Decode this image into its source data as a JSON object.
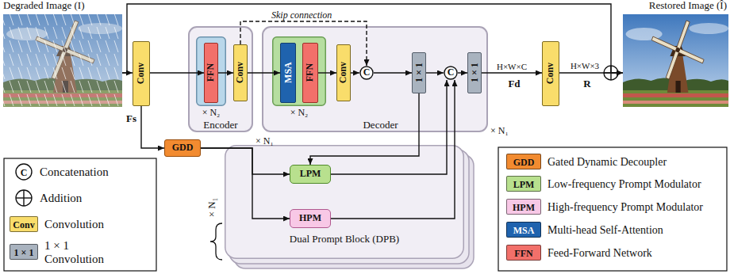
{
  "diagram": {
    "nodes": [
      {
        "text": [
          "Degraded Image (I)"
        ]
      },
      {
        "text": [
          "Conv"
        ]
      },
      {
        "text": [
          "Encoder"
        ]
      },
      {
        "text": [
          "× N₂"
        ],
        "in": 2
      },
      {
        "text": [
          "FFN"
        ],
        "in": 3
      },
      {
        "text": [
          "Conv"
        ],
        "in": 2
      },
      {
        "text": [
          "Decoder"
        ]
      },
      {
        "text": [
          "× N₂"
        ],
        "in": 6
      },
      {
        "text": [
          "MSA"
        ],
        "in": 7
      },
      {
        "text": [
          "FFN"
        ],
        "in": 7
      },
      {
        "text": [
          "Conv"
        ],
        "in": 6
      },
      {
        "text": [
          "C"
        ],
        "in": 6
      },
      {
        "text": [
          "1 × 1"
        ],
        "in": 6
      },
      {
        "text": [
          "C"
        ],
        "in": 6
      },
      {
        "text": [
          "1 × 1"
        ],
        "in": 6
      },
      {
        "text": [
          "Conv"
        ]
      },
      {
        "text": [
          "Restored Image (Î)"
        ]
      },
      {
        "text": [
          "GDD"
        ]
      },
      {
        "text": [
          "Dual Prompt Block (DPB)"
        ]
      },
      {
        "text": [
          "LPM"
        ],
        "in": 18
      },
      {
        "text": [
          "HPM"
        ],
        "in": 18
      }
    ],
    "edges": [
      {
        "from": 0,
        "to": 1,
        "arrow": "to"
      },
      {
        "from": 1,
        "to": 4,
        "arrow": "to"
      },
      {
        "from": 4,
        "to": 5,
        "arrow": "to"
      },
      {
        "from": 5,
        "to": 8,
        "arrow": "to"
      },
      {
        "from": 9,
        "to": 10,
        "arrow": "to"
      },
      {
        "from": 10,
        "to": 11,
        "arrow": "to"
      },
      {
        "from": 5,
        "to": 11,
        "label": "Skip connection",
        "arrow": "to"
      },
      {
        "from": 11,
        "to": 12,
        "arrow": "to"
      },
      {
        "from": 12,
        "to": 13,
        "arrow": "to"
      },
      {
        "from": 13,
        "to": 14,
        "arrow": "to"
      },
      {
        "from": 14,
        "to": 15,
        "arrow": "to"
      },
      {
        "from": 15,
        "to": 16,
        "arrow": "to"
      },
      {
        "from": 0,
        "to": 16,
        "arrow": "to"
      },
      {
        "from": 1,
        "to": 17,
        "arrow": "to"
      },
      {
        "from": 17,
        "to": 19,
        "arrow": "to"
      },
      {
        "from": 17,
        "to": 20,
        "arrow": "to"
      },
      {
        "from": 12,
        "to": 19,
        "arrow": "to"
      },
      {
        "from": 19,
        "to": 13,
        "arrow": "to"
      },
      {
        "from": 20,
        "to": 13,
        "arrow": "to"
      }
    ],
    "labels": [
      "× N₁",
      "× N₁",
      "Fs",
      "H×W×C",
      "Fd",
      "H×W×3",
      "R",
      "× N₁",
      "C",
      "Conv",
      "1 × 1",
      "GDD",
      "LPM",
      "HPM",
      "MSA",
      "FFN"
    ],
    "legend": [
      {
        "text": "Concatenation"
      },
      {
        "text": "Addition"
      },
      {
        "text": "Convolution",
        "color": "#f9dd6b"
      },
      {
        "text": "1 × 1 Convolution",
        "color": "#a9b3bf"
      },
      {
        "text": "Gated Dynamic Decoupler",
        "color": "#f28b30"
      },
      {
        "text": "Low-frequency Prompt Modulator",
        "color": "#b8e08e"
      },
      {
        "text": "High-frequency Prompt Modulator",
        "color": "#f8c8e6"
      },
      {
        "text": "Multi-head Self-Attention",
        "color": "#1f63ae"
      },
      {
        "text": "Feed-Forward Network",
        "color": "#f2706a"
      }
    ]
  }
}
